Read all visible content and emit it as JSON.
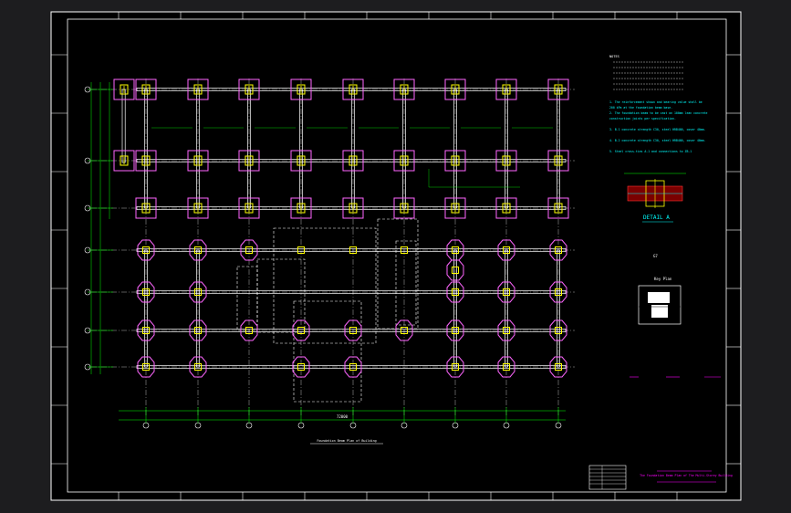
{
  "colors": {
    "background": "#1d1d1f",
    "paper": "#000000",
    "frame": "#ffffff",
    "grid_axis": "#ffffff",
    "dimension": "#00ff00",
    "beam": "#ffffff",
    "footing_pad": "#ff66ff",
    "column": "#ffff00",
    "notes_text": "#00ffff",
    "title_text": "#ff00ff",
    "dashed_outline": "#ffffff"
  },
  "drawing": {
    "detail_label": "DETAIL  A",
    "key_plan_label": "Key Plan",
    "plan_caption": "Foundation Beam Plan of Building",
    "title_line": "The Foundation Beam Plan of The Multi-Storey Building",
    "overall_dim": "72000",
    "notes_title": "NOTES",
    "notes": [
      "1. The reinforcement shown and bearing value shall be",
      "   200 kPa at the foundation beam base.",
      "2. The foundation beam to be cast on 100mm lean concrete",
      "   construction joints per specification.",
      "3. B-1 concrete strength C30, steel HRB400, cover 40mm.",
      "4. B-2 concrete strength C30, steel HRB400, cover 40mm.",
      "5. Steel cross-ties A-1 and connections to ZB-1"
    ]
  }
}
